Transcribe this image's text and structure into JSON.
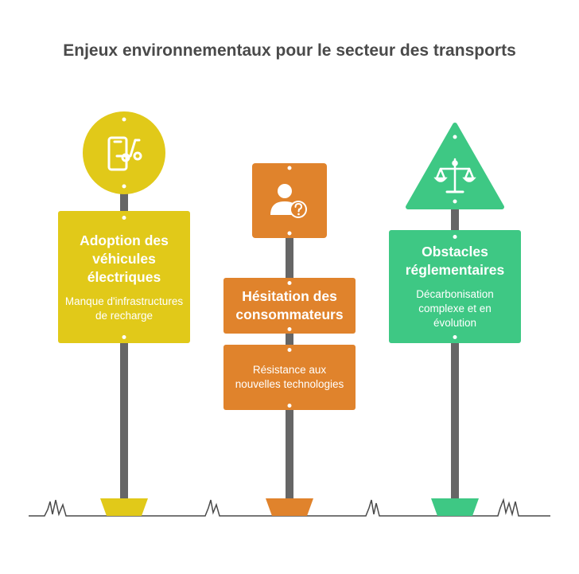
{
  "title": "Enjeux environnementaux pour le secteur des transports",
  "colors": {
    "yellow": "#e1c919",
    "orange": "#e0832c",
    "green": "#3ec884",
    "pole": "#666666",
    "ground": "#4a4a4a"
  },
  "signs": [
    {
      "heading": "Adoption des véhicules électriques",
      "description": "Manque d'infrastructures de recharge",
      "icon": "phone-scooter-icon"
    },
    {
      "heading": "Hésitation des consommateurs",
      "description": "Résistance aux nouvelles technologies",
      "icon": "person-question-icon"
    },
    {
      "heading": "Obstacles réglementaires",
      "description": "Décarbonisation complexe et en évolution",
      "icon": "scales-icon"
    }
  ]
}
